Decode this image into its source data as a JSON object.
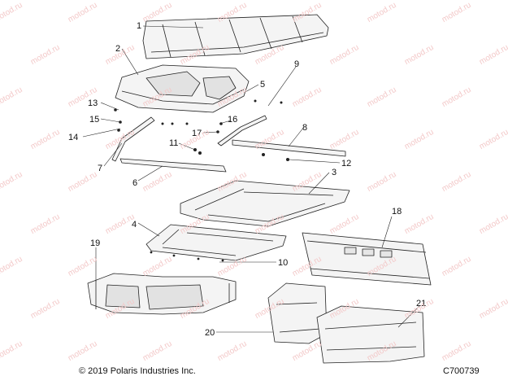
{
  "watermark": "motod.ru",
  "copyright": "© 2019 Polaris Industries Inc.",
  "drawing_id": "C700739",
  "callouts": [
    "1",
    "2",
    "3",
    "4",
    "5",
    "6",
    "7",
    "8",
    "9",
    "10",
    "11",
    "12",
    "13",
    "14",
    "15",
    "16",
    "17",
    "18",
    "19",
    "20",
    "21"
  ]
}
